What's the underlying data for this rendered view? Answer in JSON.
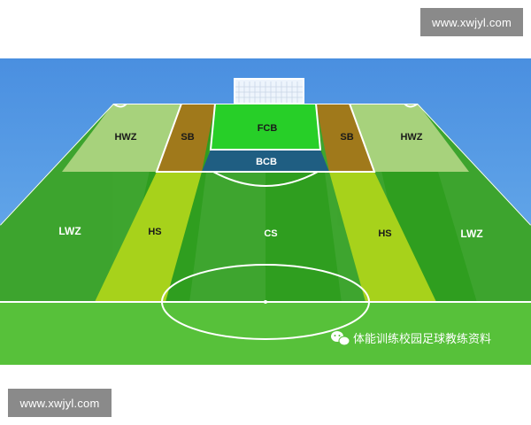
{
  "watermark_top": "www.xwjyl.com",
  "watermark_bottom": "www.xwjyl.com",
  "caption": "体能训练校园足球教练资料",
  "zones": {
    "fcb": "FCB",
    "bcb": "BCB",
    "sb_left": "SB",
    "sb_right": "SB",
    "hwz_left": "HWZ",
    "hwz_right": "HWZ",
    "lwz_left": "LWZ",
    "lwz_right": "LWZ",
    "hs_left": "HS",
    "hs_right": "HS",
    "cs": "CS"
  },
  "colors": {
    "sky": "#4a90e2",
    "pitch_dark": "#2f9e1f",
    "fcb": "#27cf28",
    "bcb": "#1f5e82",
    "sb": "#a0791b",
    "hwz": "#a7d27c",
    "hs": "#a7d21b"
  },
  "icons": [
    "wechat-icon"
  ]
}
